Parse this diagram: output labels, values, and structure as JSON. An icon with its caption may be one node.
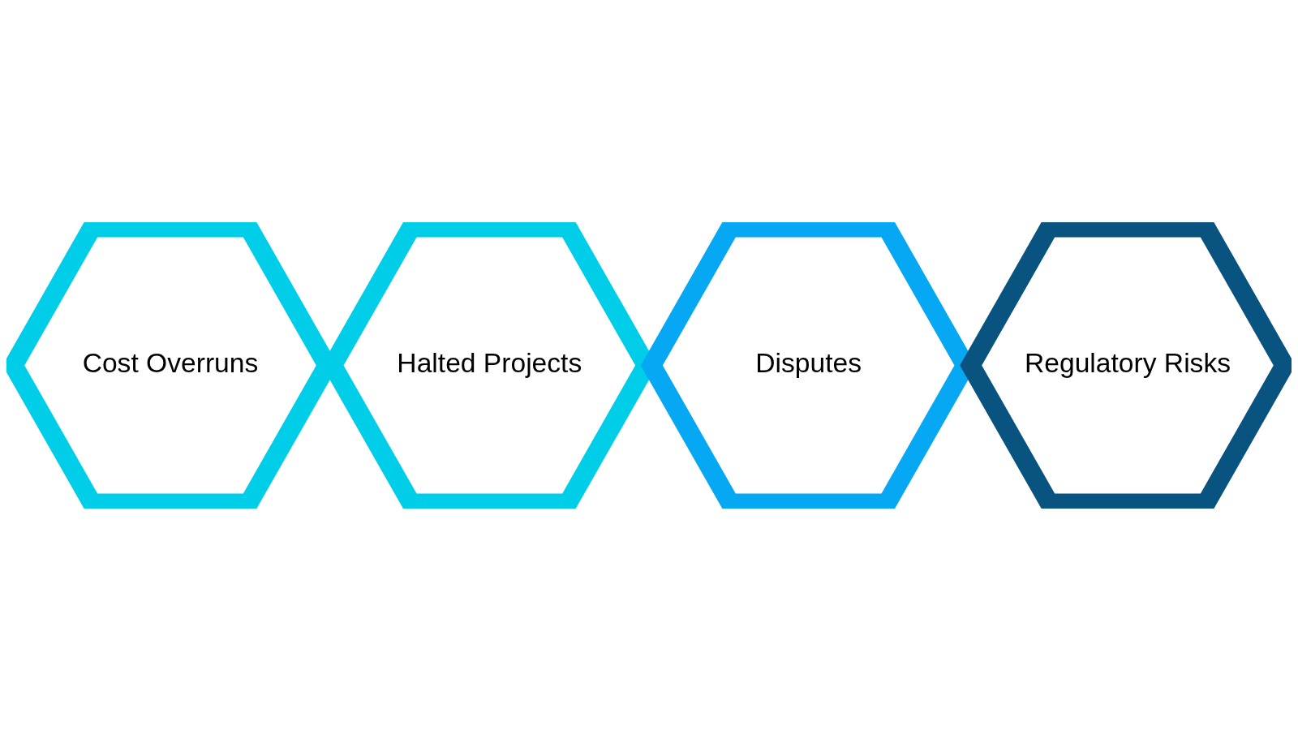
{
  "diagram": {
    "nodes": [
      {
        "text": [
          "Cost Overruns"
        ]
      },
      {
        "text": [
          "Halted Projects"
        ]
      },
      {
        "text": [
          "Disputes"
        ]
      },
      {
        "text": [
          "Regulatory Risks"
        ]
      }
    ]
  }
}
